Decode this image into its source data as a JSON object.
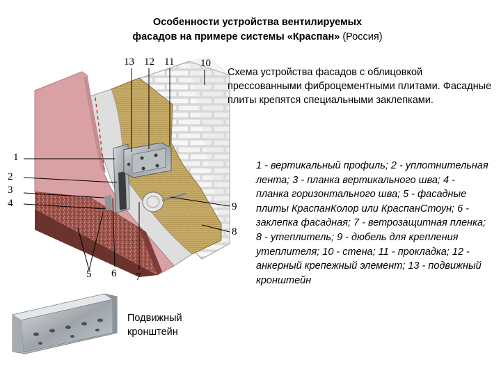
{
  "title": {
    "line1_bold": "Особенности устройства вентилируемых",
    "line2_bold": "фасадов на примере системы «Краспан»",
    "line2_rest": " (Россия)"
  },
  "description": "Схема устройства фасадов с облицовкой прессованными фиброцементными плитами. Фасадные плиты крепятся специальными заклепками.",
  "legend": "1 - вертикальный профиль; 2 - уплотнительная лента; 3 - планка вертикального шва; 4 - планка горизонтального шва; 5 - фасадные плиты КраспанКолор или КраспанСтоун; 6 - заклепка фасадная; 7 - ветрозащитная пленка; 8 - утеплитель; 9 - дюбель для крепления утеплителя; 10 - стена; 11 - прокладка; 12 - анкерный крепежный элемент; 13 - подвижный кронштейн",
  "bracket_caption_line1": "Подвижный",
  "bracket_caption_line2": "кронштейн",
  "callouts": {
    "n1": "1",
    "n2": "2",
    "n3": "3",
    "n4": "4",
    "n5": "5",
    "n6": "6",
    "n7": "7",
    "n8": "8",
    "n9": "9",
    "n10": "10",
    "n11": "11",
    "n12": "12",
    "n13": "13"
  },
  "colors": {
    "panel_pink": "#d9a1a4",
    "panel_texture": "#a2564e",
    "insulation": "#c8ac68",
    "brick": "#f2f2f2",
    "membrane": "#dcdcdc",
    "metal": "#9fa4a8"
  }
}
